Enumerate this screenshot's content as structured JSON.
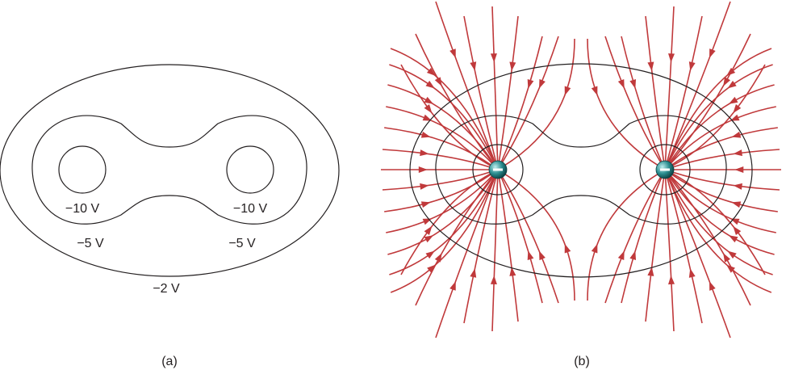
{
  "panel_a": {
    "caption": "(a)",
    "labels": {
      "inner_left": "−10 V",
      "inner_right": "−10 V",
      "middle_left": "−5 V",
      "middle_right": "−5 V",
      "outer": "−2 V"
    }
  },
  "panel_b": {
    "caption": "(b)",
    "charge_sign": "−",
    "colors": {
      "field_line": "#c0393b",
      "equipotential": "#231f20",
      "charge": "#2a8c8e"
    }
  }
}
